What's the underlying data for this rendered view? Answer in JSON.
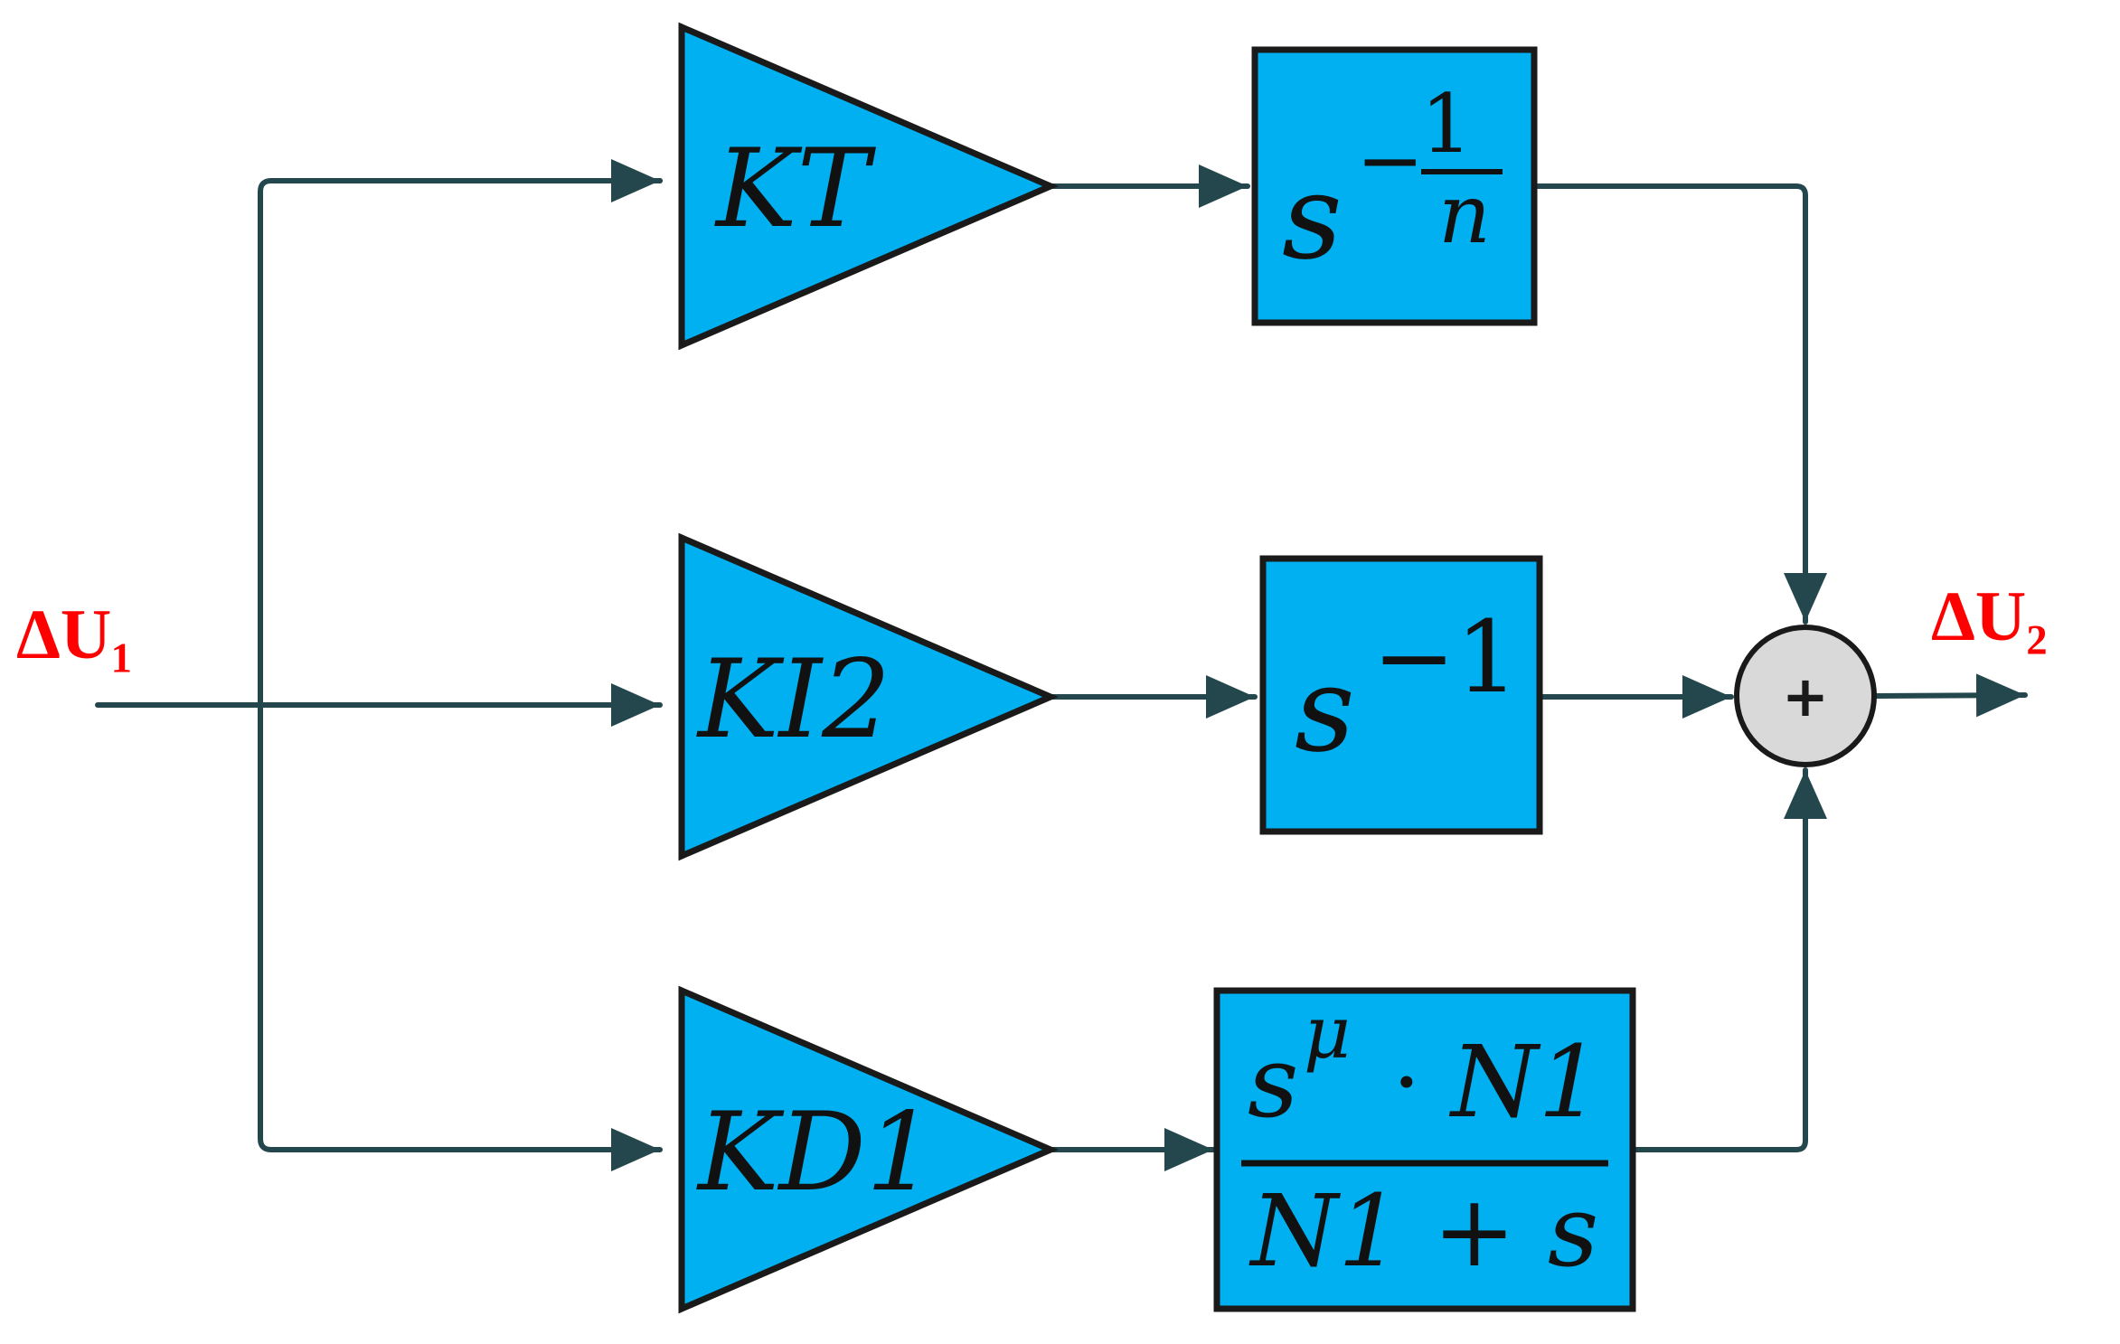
{
  "signals": {
    "input_label": "ΔU₁",
    "output_label": "ΔU₂"
  },
  "gains": {
    "top": "KT",
    "middle": "KI2",
    "bottom": "KD1"
  },
  "blocks": {
    "top": {
      "base": "s",
      "exp_sign": "−",
      "exp_num": "1",
      "exp_den": "n"
    },
    "middle": {
      "base": "s",
      "exp": "−1"
    },
    "bottom": {
      "num_base": "s",
      "num_exp": "μ",
      "num_dot": "·",
      "num_rest": "N1",
      "den": "N1 + s"
    }
  },
  "sum": {
    "sign": "+"
  },
  "colors": {
    "block_fill": "#00b0f0",
    "wire": "#24474d",
    "signal_label": "#ff0000",
    "sum_fill": "#d9d9d9"
  }
}
